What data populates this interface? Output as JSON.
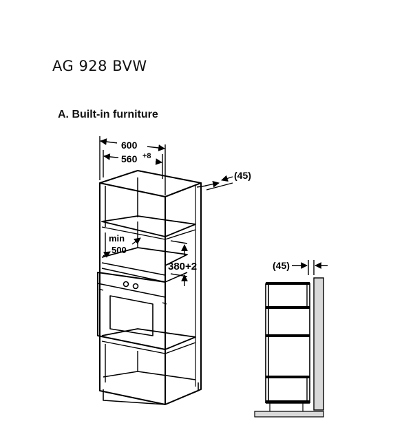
{
  "model": "AG 928 BVW",
  "section": "A. Built-in furniture",
  "dimensions": {
    "width_outer": "600",
    "width_inner": "560",
    "width_inner_tolerance": "+8",
    "depth_min_label": "min",
    "depth_min_value": "500",
    "niche_height": "380+2",
    "rear_gap_tall": "(45)",
    "rear_gap_side": "(45)"
  },
  "colors": {
    "line": "#000000",
    "shade": "#d9d9d9",
    "background": "#ffffff"
  }
}
